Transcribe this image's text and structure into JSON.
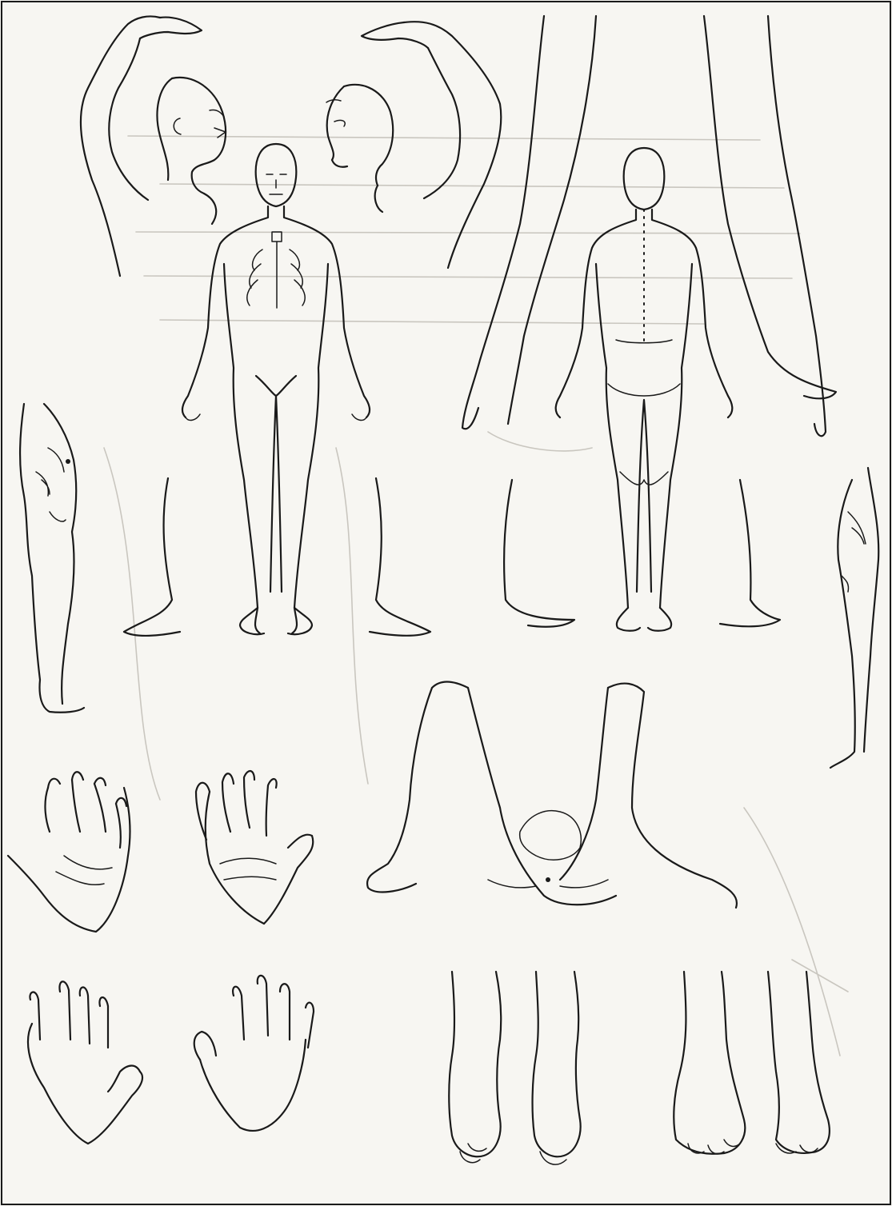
{
  "document": {
    "type": "body-diagram-sheet",
    "ink_color": "#1a1a1a",
    "paper_color": "#f7f6f2",
    "bleedthrough_color": "#c9c6bf"
  },
  "figures": [
    {
      "id": "head-right-profile",
      "icon": "head-arm-raised-right-profile-icon"
    },
    {
      "id": "head-left-profile",
      "icon": "head-arm-raised-left-profile-icon"
    },
    {
      "id": "body-anterior",
      "icon": "full-body-front-icon"
    },
    {
      "id": "body-posterior",
      "icon": "full-body-back-icon"
    },
    {
      "id": "body-left-lateral",
      "icon": "body-side-left-icon"
    },
    {
      "id": "body-right-lateral",
      "icon": "body-side-right-icon"
    },
    {
      "id": "genital-perineal",
      "icon": "perineal-view-icon"
    },
    {
      "id": "palms",
      "icon": "palm-icon"
    },
    {
      "id": "dorsal-hands",
      "icon": "back-of-hand-icon"
    },
    {
      "id": "soles",
      "icon": "sole-of-foot-icon"
    },
    {
      "id": "dorsal-feet",
      "icon": "top-of-foot-icon"
    }
  ]
}
